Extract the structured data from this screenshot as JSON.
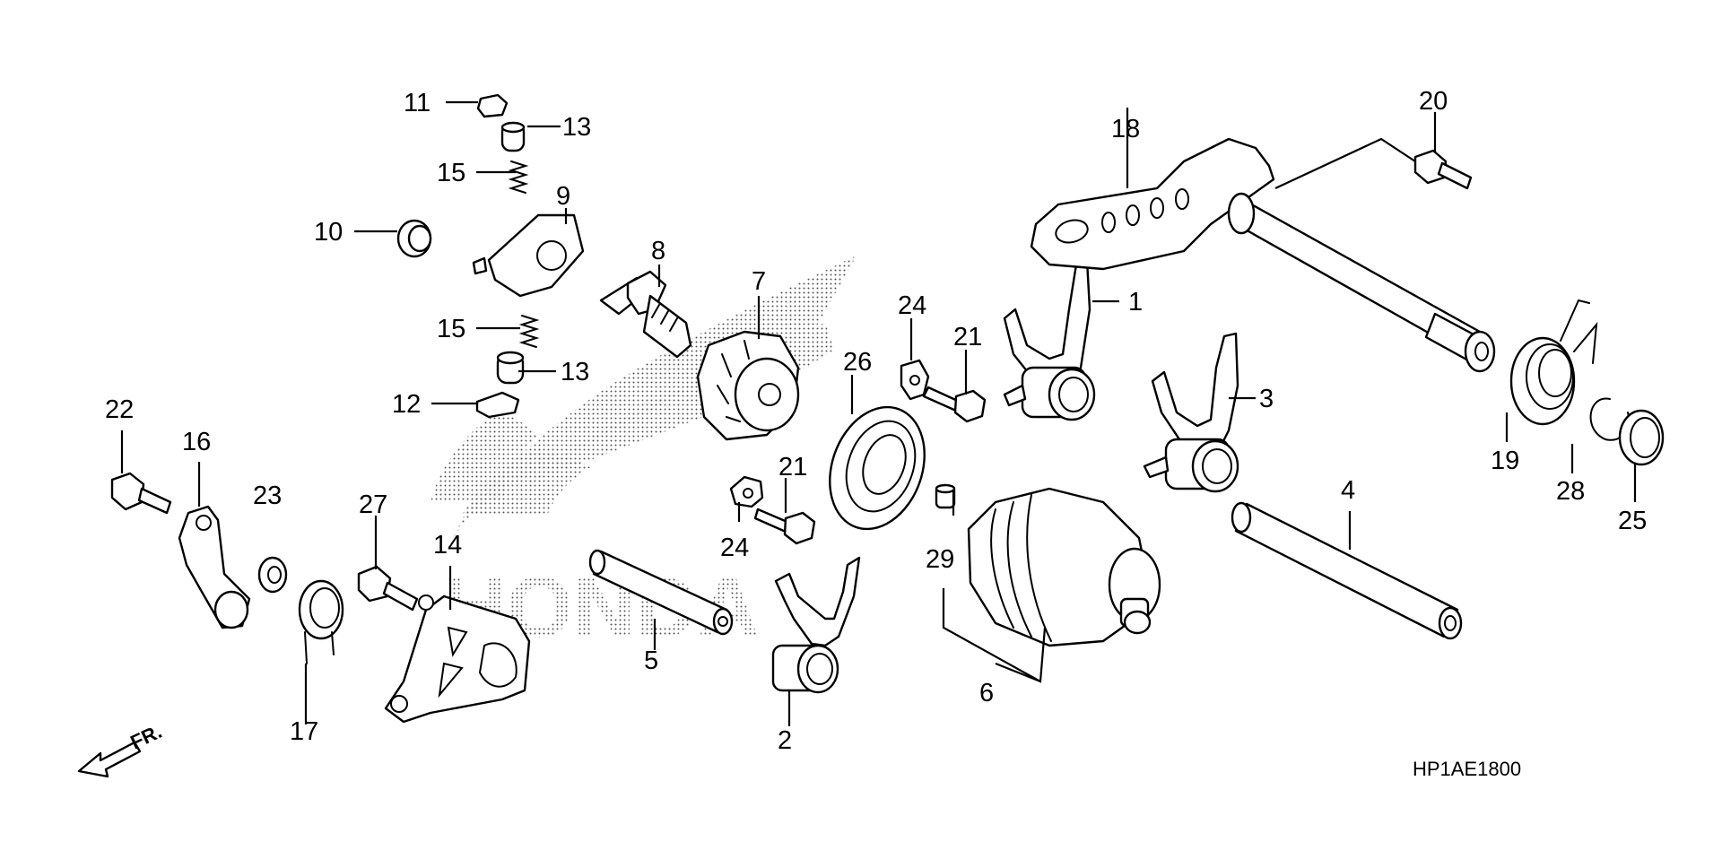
{
  "diagram": {
    "title": "",
    "code": "HP1AE1800",
    "front_label": "FR.",
    "watermark_brand": "HONDA",
    "callouts": [
      {
        "id": "c1",
        "num": "1"
      },
      {
        "id": "c2",
        "num": "2"
      },
      {
        "id": "c3",
        "num": "3"
      },
      {
        "id": "c4",
        "num": "4"
      },
      {
        "id": "c5",
        "num": "5"
      },
      {
        "id": "c6",
        "num": "6"
      },
      {
        "id": "c7",
        "num": "7"
      },
      {
        "id": "c8",
        "num": "8"
      },
      {
        "id": "c9",
        "num": "9"
      },
      {
        "id": "c10",
        "num": "10"
      },
      {
        "id": "c11",
        "num": "11"
      },
      {
        "id": "c12",
        "num": "12"
      },
      {
        "id": "c13a",
        "num": "13"
      },
      {
        "id": "c13b",
        "num": "13"
      },
      {
        "id": "c14",
        "num": "14"
      },
      {
        "id": "c15a",
        "num": "15"
      },
      {
        "id": "c15b",
        "num": "15"
      },
      {
        "id": "c16",
        "num": "16"
      },
      {
        "id": "c17",
        "num": "17"
      },
      {
        "id": "c18",
        "num": "18"
      },
      {
        "id": "c19",
        "num": "19"
      },
      {
        "id": "c20",
        "num": "20"
      },
      {
        "id": "c21a",
        "num": "21"
      },
      {
        "id": "c21b",
        "num": "21"
      },
      {
        "id": "c22",
        "num": "22"
      },
      {
        "id": "c23",
        "num": "23"
      },
      {
        "id": "c24a",
        "num": "24"
      },
      {
        "id": "c24b",
        "num": "24"
      },
      {
        "id": "c25",
        "num": "25"
      },
      {
        "id": "c26",
        "num": "26"
      },
      {
        "id": "c27",
        "num": "27"
      },
      {
        "id": "c28",
        "num": "28"
      },
      {
        "id": "c29",
        "num": "29"
      }
    ]
  }
}
